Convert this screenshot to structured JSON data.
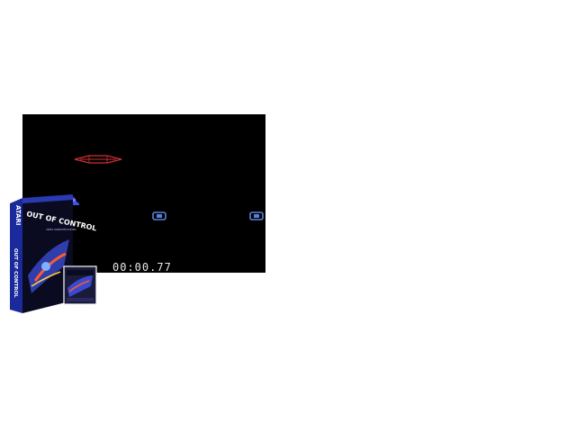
{
  "game": {
    "timer": "00:00.77"
  },
  "box_art": {
    "brand": "ATARI",
    "title": "OUT OF CONTROL",
    "spine_title": "OUT OF CONTROL",
    "brand_sub": "VIDEO COMPUTER SYSTEM"
  },
  "colors": {
    "screen_bg": "#000000",
    "enemy_red": "#d03030",
    "player_blue": "#4050e0",
    "target_blue": "#5a7fd8",
    "timer_text": "#e8e8e8",
    "box_blue": "#1a2a9a",
    "box_dark": "#0a0a20"
  }
}
